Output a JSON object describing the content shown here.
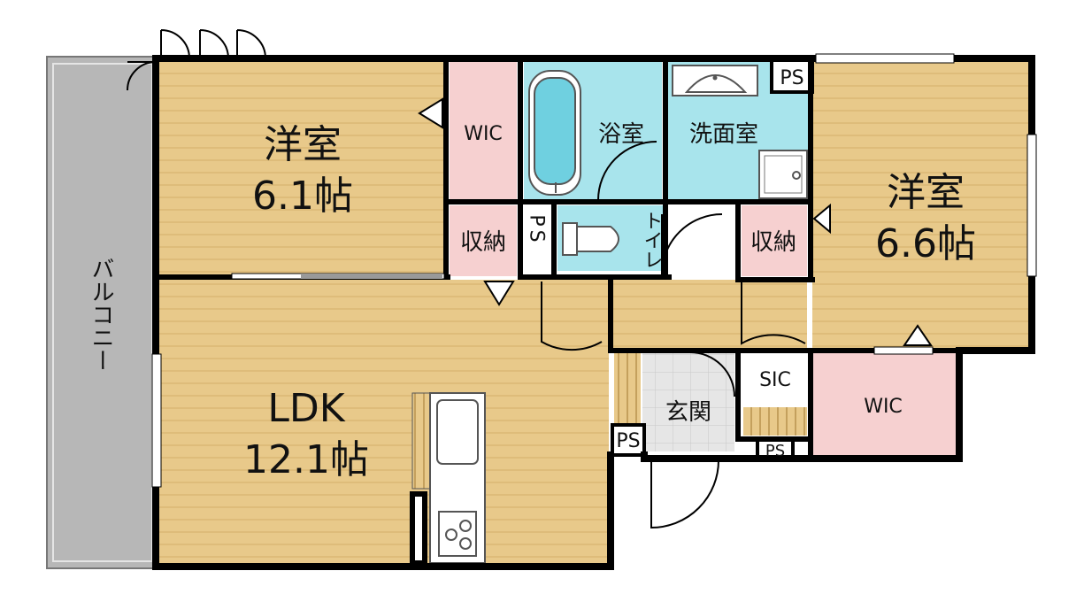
{
  "rooms": {
    "western_left": {
      "name": "洋室",
      "size": "6.1帖"
    },
    "western_right": {
      "name": "洋室",
      "size": "6.6帖"
    },
    "ldk": {
      "name": "LDK",
      "size": "12.1帖"
    },
    "wic_left": "WIC",
    "wic_right": "WIC",
    "bath": "浴室",
    "washroom": "洗面室",
    "toilet": "トイレ",
    "storage_left": "収納",
    "storage_right": "収納",
    "ps_vertical": "PS",
    "ps_top": "PS",
    "ps_entrance": "PS",
    "ps_bottom": "PS",
    "sic": "SIC",
    "entrance": "玄関",
    "balcony": "バルコニー"
  },
  "colors": {
    "floor_wood": "#E8C98A",
    "wood_line": "#D4B06A",
    "wic_pink": "#F6D0D0",
    "bath_cyan": "#A8E4EC",
    "balcony_gray": "#B7B7B7",
    "entrance_tile": "#E6E6E6",
    "wall": "#000000"
  }
}
